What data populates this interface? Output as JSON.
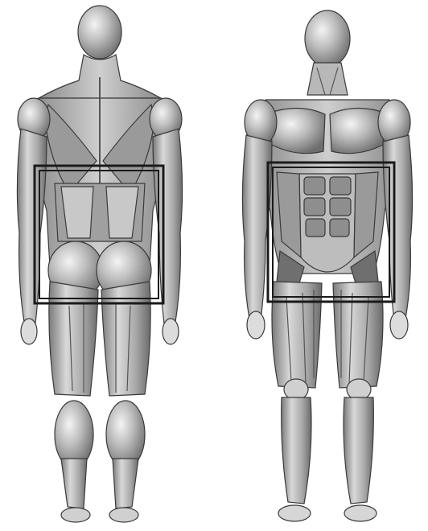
{
  "figure": {
    "views": [
      {
        "name": "back-view",
        "highlight": "lower-back-and-glutes"
      },
      {
        "name": "front-view",
        "highlight": "abdominal-muscles"
      }
    ]
  },
  "colors": {
    "background": "#ffffff",
    "outline": "#3a3a3a",
    "muscle_light": "#d6d6d6",
    "muscle_mid": "#a9a9a9",
    "muscle_dark": "#6f6f6f",
    "highlight_box": "#1a1a1a"
  },
  "icons": {
    "back": "human-back-view-icon",
    "front": "human-front-view-icon"
  }
}
